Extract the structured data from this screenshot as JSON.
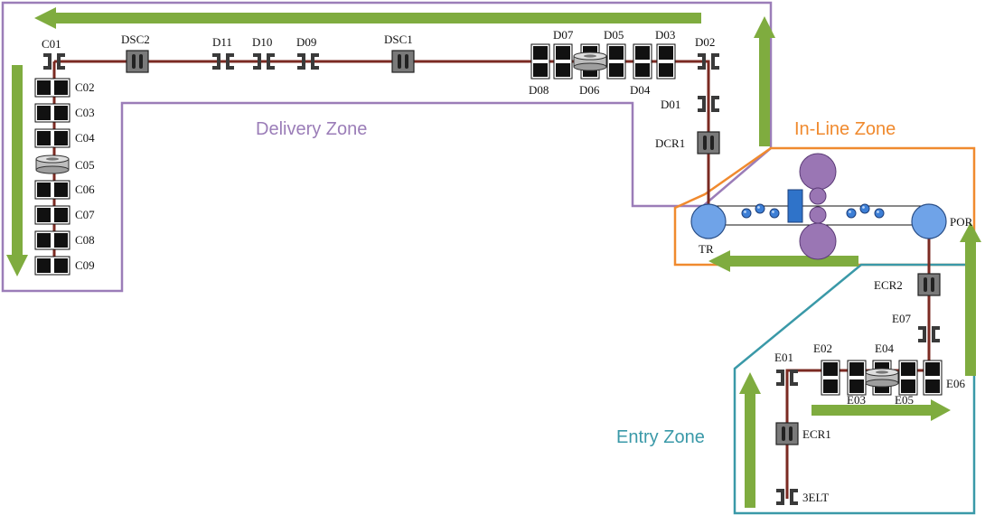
{
  "zones": {
    "delivery": {
      "label": "Delivery Zone",
      "color": "#9b7db8"
    },
    "inline": {
      "label": "In-Line Zone",
      "color": "#f08a2e"
    },
    "entry": {
      "label": "Entry Zone",
      "color": "#3a99a8"
    }
  },
  "colors": {
    "arrow": "#7fac3f",
    "strip": "#7b2a22",
    "roll_blue": "#6fa3e8",
    "roll_purple": "#9a76b4",
    "dark_gray": "#7a7a7a"
  },
  "labels": {
    "C01": "C01",
    "C02": "C02",
    "C03": "C03",
    "C04": "C04",
    "C05": "C05",
    "C06": "C06",
    "C07": "C07",
    "C08": "C08",
    "C09": "C09",
    "DSC2": "DSC2",
    "DSC1": "DSC1",
    "D11": "D11",
    "D10": "D10",
    "D09": "D09",
    "D07": "D07",
    "D05": "D05",
    "D03": "D03",
    "D02": "D02",
    "D08": "D08",
    "D06": "D06",
    "D04": "D04",
    "D01": "D01",
    "DCR1": "DCR1",
    "TR": "TR",
    "POR": "POR",
    "ECR2": "ECR2",
    "E07": "E07",
    "E01": "E01",
    "E02": "E02",
    "E04": "E04",
    "E03": "E03",
    "E05": "E05",
    "E06": "E06",
    "ECR1": "ECR1",
    "ELT": "3ELT"
  }
}
